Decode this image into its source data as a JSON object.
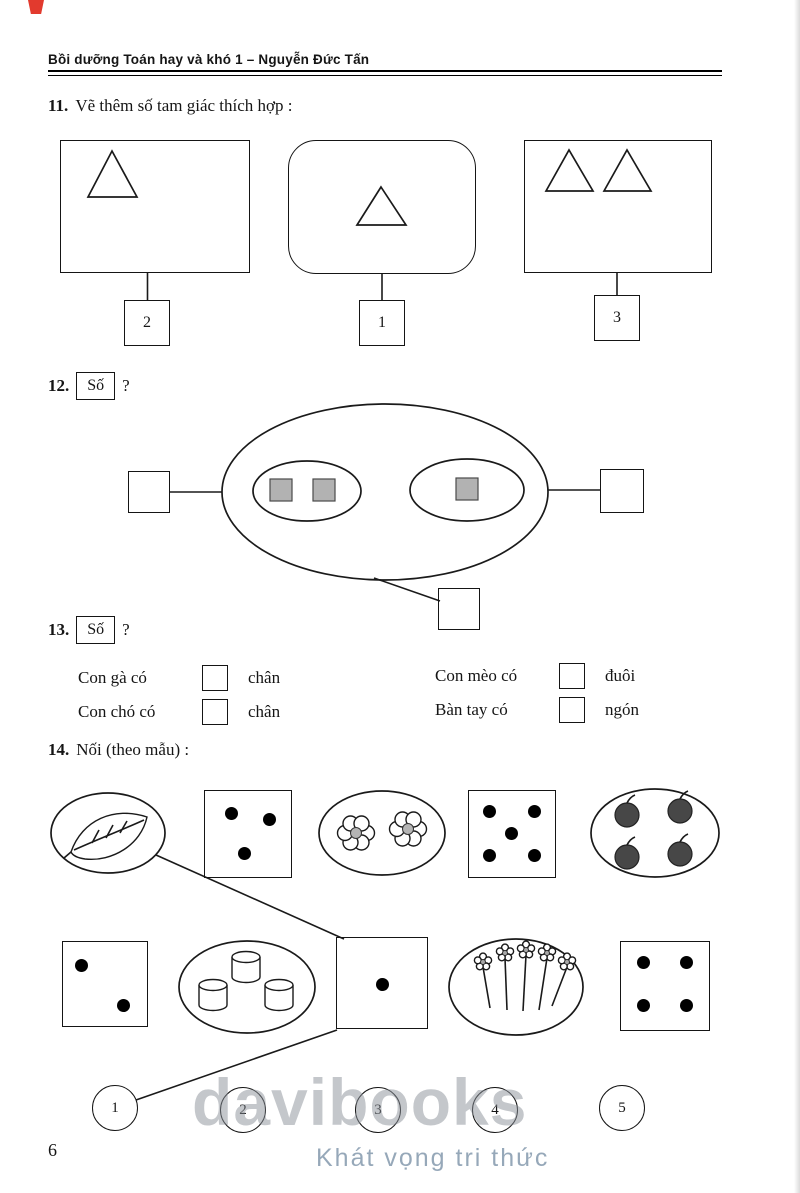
{
  "colors": {
    "logo_red": "#e23a2e",
    "watermark_gray": "#8a9098",
    "watermark_blue": "#7d93a8"
  },
  "header": {
    "title": "Bồi dưỡng Toán hay và khó 1 – Nguyễn Đức Tấn"
  },
  "problem11": {
    "number": "11.",
    "text": "Vẽ thêm số tam giác thích hợp :",
    "boxes_triangle_counts": [
      1,
      1,
      2
    ],
    "answers": [
      "2",
      "1",
      "3"
    ]
  },
  "problem12": {
    "number": "12.",
    "label": "Số",
    "question": "?",
    "inner_group_square_counts": [
      2,
      1
    ]
  },
  "problem13": {
    "number": "13.",
    "label": "Số",
    "question": "?",
    "rows": [
      {
        "left_text": "Con gà có",
        "left_unit": "chân",
        "right_text": "Con mèo có",
        "right_unit": "đuôi"
      },
      {
        "left_text": "Con chó có",
        "left_unit": "chân",
        "right_text": "Bàn tay có",
        "right_unit": "ngón"
      }
    ]
  },
  "problem14": {
    "number": "14.",
    "text": "Nối (theo mẫu) :",
    "top_row": [
      {
        "type": "ellipse",
        "content": "leaf",
        "count": 1
      },
      {
        "type": "square",
        "content": "dots",
        "count": 3
      },
      {
        "type": "ellipse",
        "content": "flowers",
        "count": 2
      },
      {
        "type": "square",
        "content": "dots",
        "count": 5
      },
      {
        "type": "ellipse",
        "content": "apples",
        "count": 4
      }
    ],
    "bottom_row": [
      {
        "type": "square",
        "content": "dots",
        "count": 2
      },
      {
        "type": "ellipse",
        "content": "cups",
        "count": 3
      },
      {
        "type": "square",
        "content": "dots",
        "count": 1
      },
      {
        "type": "ellipse",
        "content": "flower-stems",
        "count": 5
      },
      {
        "type": "square",
        "content": "dots",
        "count": 4
      }
    ],
    "circles": [
      "1",
      "2",
      "3",
      "4",
      "5"
    ]
  },
  "page": {
    "number": "6",
    "watermark": "davibooks",
    "watermark_sub": "Khát vọng tri thức"
  }
}
